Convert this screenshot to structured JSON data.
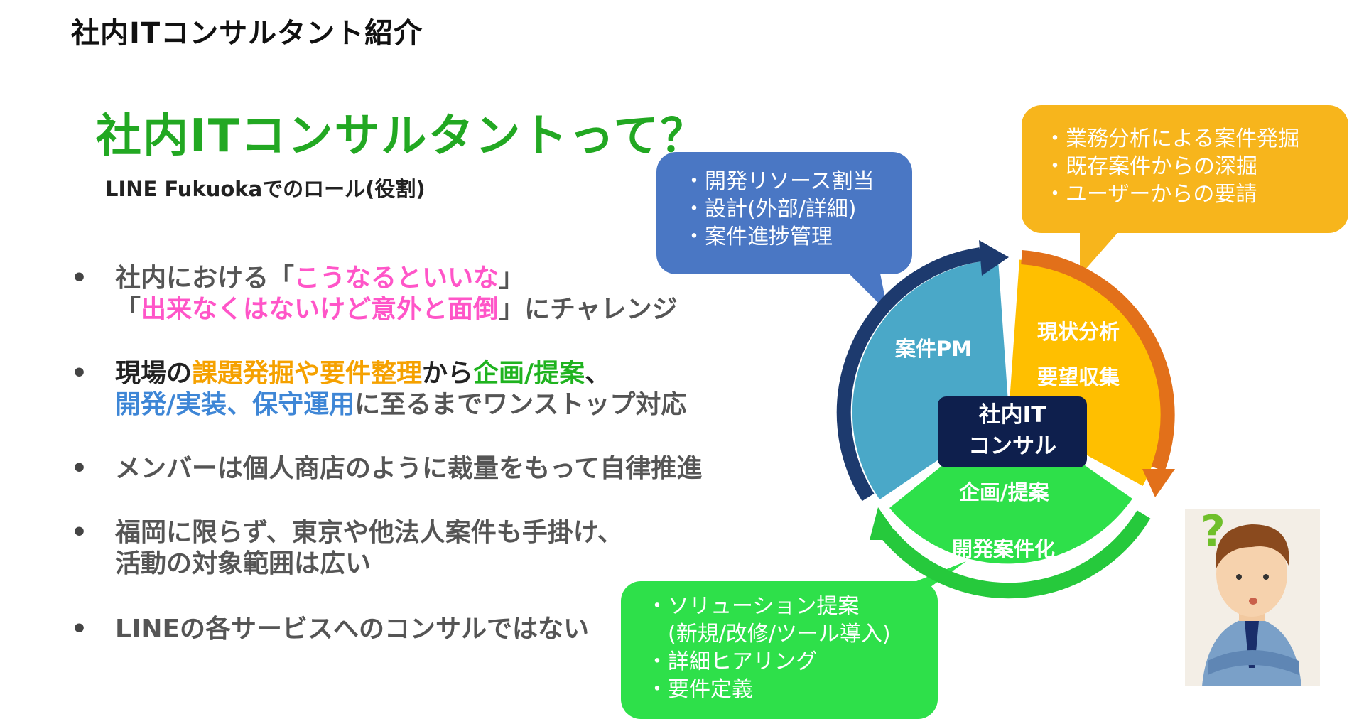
{
  "page_title": "社内ITコンサルタント紹介",
  "headline": "社内ITコンサルタントって？",
  "subtitle": "LINE Fukuokaでのロール(役割)",
  "bullet_marker": "•",
  "bullets": {
    "b1": {
      "l1_a": "社内における「",
      "l1_b": "こうなるといいな",
      "l1_c": "」",
      "l2_a": "「",
      "l2_b": "出来なくはないけど意外と面倒",
      "l2_c": "」にチャレンジ"
    },
    "b2": {
      "l1_a": "現場の",
      "l1_b": "課題発掘や要件整理",
      "l1_c": "から",
      "l1_d": "企画/提案",
      "l1_e": "、",
      "l2_a": "開発/実装、保守運用",
      "l2_b": "に至るまでワンストップ対応"
    },
    "b3": "メンバーは個人商店のように裁量をもって自律推進",
    "b4": {
      "l1": "福岡に限らず、東京や他法人案件も手掛け、",
      "l2": "活動の対象範囲は広い"
    },
    "b5": "LINEの各サービスへのコンサルではない"
  },
  "diagram": {
    "center": {
      "line1": "社内IT",
      "line2": "コンサル"
    },
    "segment_pm": "案件PM",
    "segment_analysis": {
      "line1": "現状分析",
      "line2": "要望収集"
    },
    "segment_planning": {
      "line1": "企画/提案",
      "line2": "開発案件化"
    },
    "bubble_blue": [
      "・開発リソース割当",
      "・設計(外部/詳細)",
      "・案件進捗管理"
    ],
    "bubble_orange": [
      "・業務分析による案件発掘",
      "・既存案件からの深掘",
      "・ユーザーからの要請"
    ],
    "bubble_green": [
      "・ソリューション提案",
      "　(新規/改修/ツール導入)",
      "・詳細ヒアリング",
      "・要件定義"
    ]
  },
  "colors": {
    "headline_green": "#22a822",
    "pink": "#ff55c8",
    "orange": "#f5a100",
    "blue": "#3e86d6",
    "bubble_blue": "#4a77c4",
    "bubble_orange": "#f7b51c",
    "bubble_green": "#2ee04a",
    "segment_teal": "#4aa8c8",
    "segment_yellow": "#ffbf00",
    "center_navy": "#0e1f4d"
  },
  "illustration": {
    "icon": "confused-man-icon",
    "glyph": "?"
  }
}
